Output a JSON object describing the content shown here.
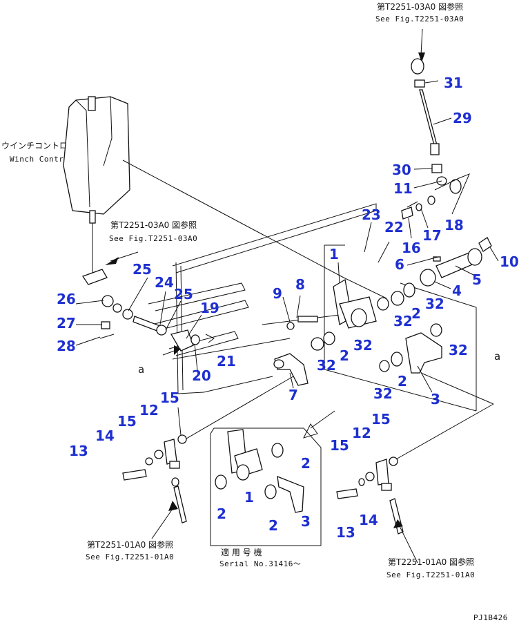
{
  "drawing_id": "PJ1B426",
  "references": {
    "top": {
      "jp": "第T2251-03A0 図参照",
      "en": "See Fig.T2251-03A0"
    },
    "left": {
      "jp": "第T2251-03A0 図参照",
      "en": "See Fig.T2251-03A0"
    },
    "bottom_left": {
      "jp": "第T2251-01A0 図参照",
      "en": "See Fig.T2251-01A0"
    },
    "bottom_right": {
      "jp": "第T2251-01A0 図参照",
      "en": "See Fig.T2251-01A0"
    }
  },
  "winch_box": {
    "jp": "ウインチコントロールボックス",
    "en": "Winch Control Box"
  },
  "serial_note": {
    "jp": "適 用 号 機",
    "en": "Serial No.31416～"
  },
  "callouts": {
    "c1a": "1",
    "c1b": "1",
    "c2a": "2",
    "c2b": "2",
    "c2c": "2",
    "c2d": "2",
    "c2e": "2",
    "c2f": "2",
    "c3a": "3",
    "c3b": "3",
    "c4": "4",
    "c5": "5",
    "c6": "6",
    "c7": "7",
    "c8": "8",
    "c9": "9",
    "c10": "10",
    "c11": "11",
    "c12a": "12",
    "c12b": "12",
    "c13a": "13",
    "c13b": "13",
    "c14a": "14",
    "c14b": "14",
    "c15a": "15",
    "c15b": "15",
    "c15c": "15",
    "c15d": "15",
    "c16": "16",
    "c17": "17",
    "c18": "18",
    "c19": "19",
    "c20": "20",
    "c21": "21",
    "c22": "22",
    "c23": "23",
    "c24": "24",
    "c25a": "25",
    "c25b": "25",
    "c26": "26",
    "c27": "27",
    "c28": "28",
    "c29": "29",
    "c30": "30",
    "c31": "31",
    "c32a": "32",
    "c32b": "32",
    "c32c": "32",
    "c32d": "32",
    "c32e": "32",
    "c32f": "32"
  },
  "markers": {
    "a_left": "a",
    "a_right": "a"
  }
}
